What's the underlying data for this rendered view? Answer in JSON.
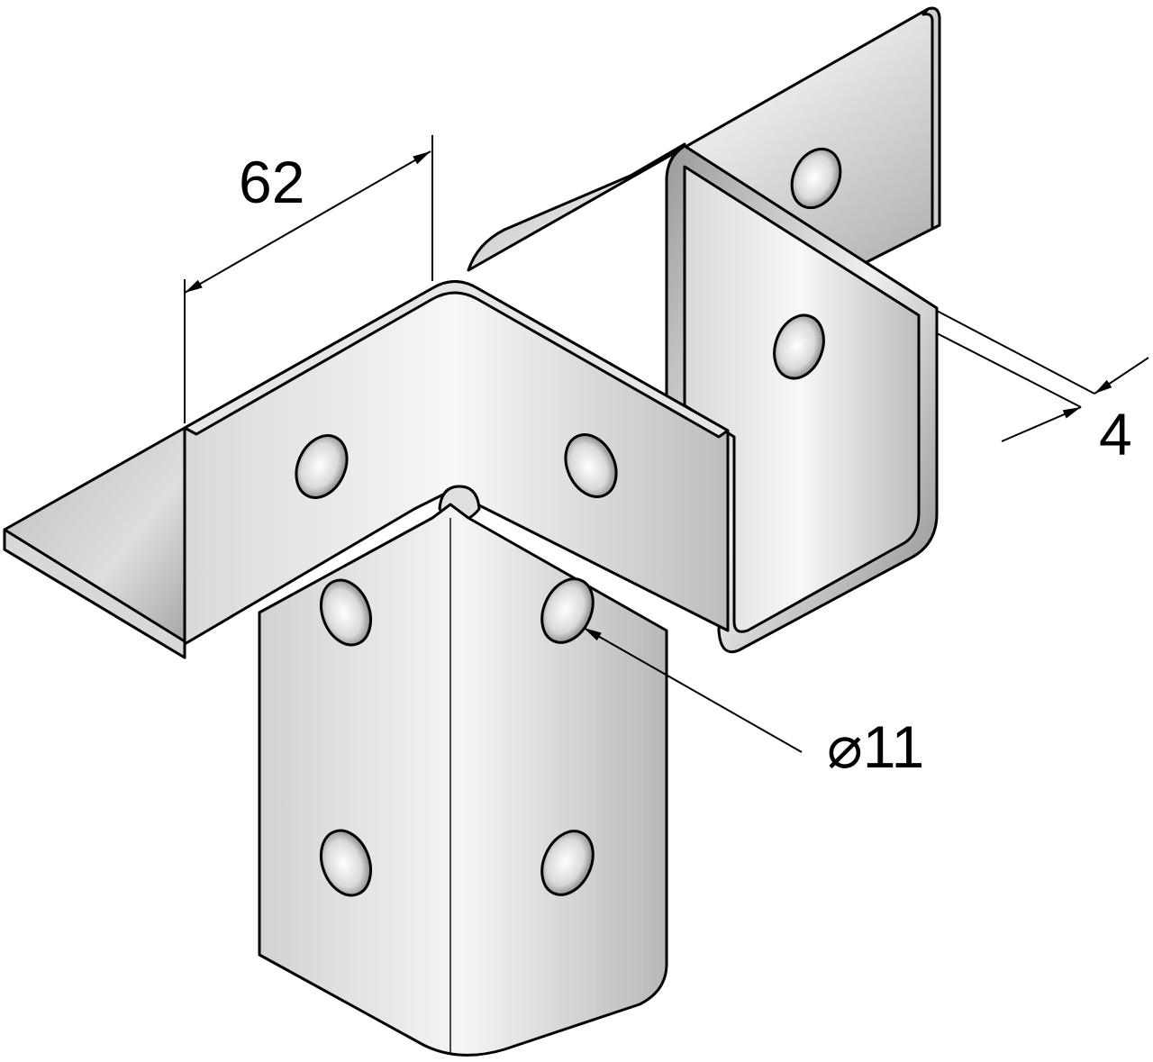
{
  "dimensions": {
    "width_label": "62",
    "thickness_label": "4",
    "hole_label": "⌀11"
  },
  "colors": {
    "metal_light": "#f2f2f2",
    "metal_mid": "#c8c8c8",
    "metal_dark": "#8a8a8a",
    "outline": "#000000"
  }
}
